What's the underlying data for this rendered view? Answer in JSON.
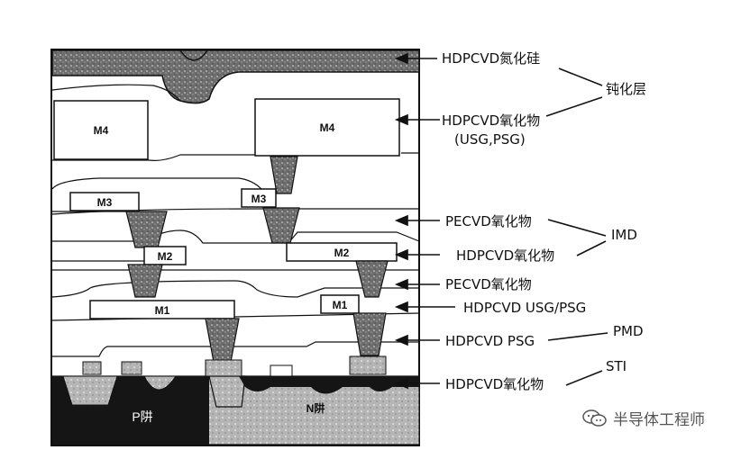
{
  "colors": {
    "ink": "#111111",
    "dark_fill": "#2a2a2a",
    "grain_fill": "#8a8a8a",
    "paper": "#ffffff"
  },
  "blocks": {
    "m4": "M4",
    "m3": "M3",
    "m2": "M2",
    "m1": "M1",
    "p_well": "P阱",
    "n_well": "N阱"
  },
  "labels": {
    "hdpcvd_nitride": "HDPCVD氮化硅",
    "passivation": "钝化层",
    "hdpcvd_oxide_top": "HDPCVD氧化物",
    "hdpcvd_oxide_top_sub": "(USG,PSG)",
    "pecvd_oxide_1": "PECVD氧化物",
    "imd": "IMD",
    "hdpcvd_oxide_2": "HDPCVD氧化物",
    "pecvd_oxide_2": "PECVD氧化物",
    "hdpcvd_usg_psg": "HDPCVD USG/PSG",
    "hdpcvd_psg": "HDPCVD PSG",
    "pmd": "PMD",
    "hdpcvd_oxide_sti": "HDPCVD氧化物",
    "sti": "STI"
  },
  "watermark": {
    "text": "半导体工程师",
    "icon": "wechat-icon"
  }
}
